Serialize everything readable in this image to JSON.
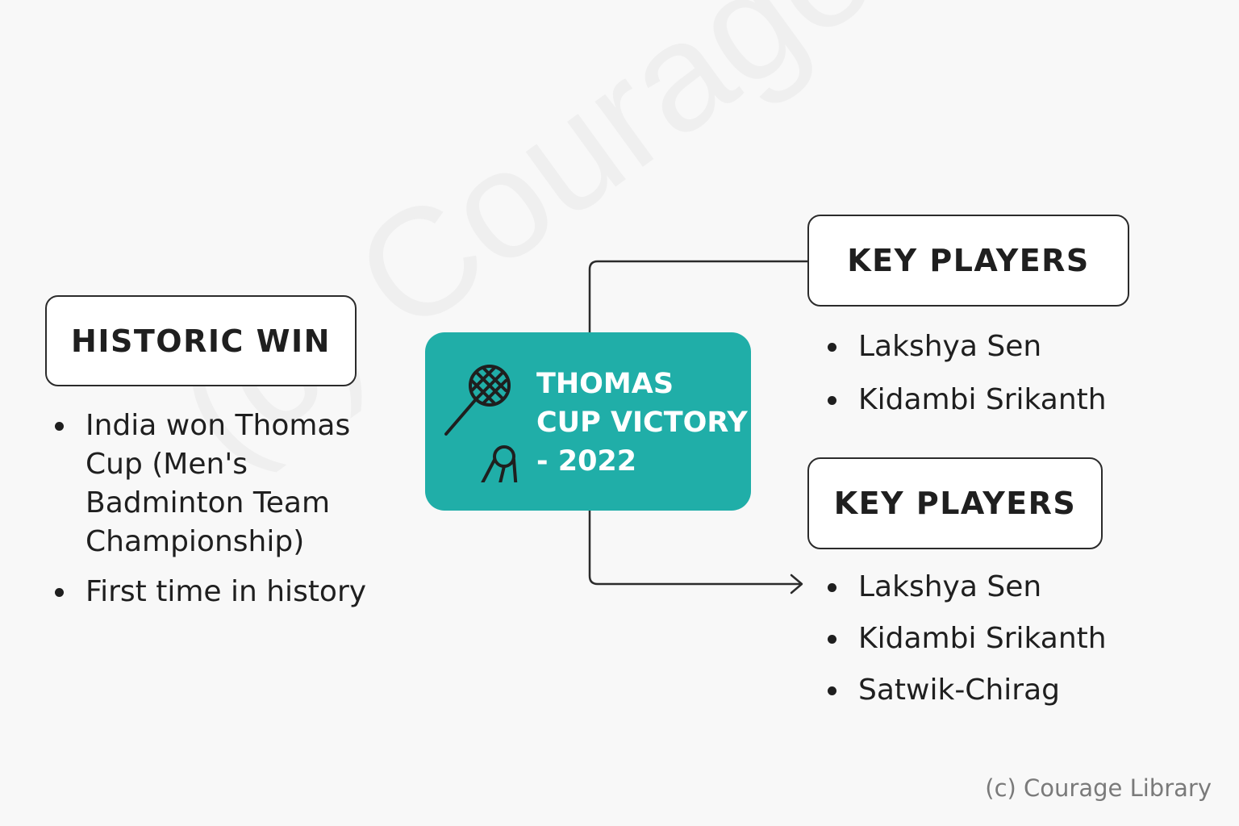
{
  "watermark": "(c) Courage Library",
  "center": {
    "title_lines": [
      "THOMAS",
      "CUP VICTORY",
      "- 2022"
    ],
    "icon": "badminton-racket-shuttlecock-icon",
    "color": "#20aea8"
  },
  "historic": {
    "title": "HISTORIC WIN",
    "bullets": [
      "India won Thomas Cup (Men's Badminton Team Championship)",
      "First time in history"
    ]
  },
  "key_players_1": {
    "title": "KEY PLAYERS",
    "bullets": [
      "Lakshya Sen",
      "Kidambi Srikanth"
    ]
  },
  "key_players_2": {
    "title": "KEY PLAYERS",
    "bullets": [
      "Lakshya Sen",
      "Kidambi Srikanth",
      "Satwik-Chirag"
    ]
  },
  "footer": "(c) Courage Library"
}
